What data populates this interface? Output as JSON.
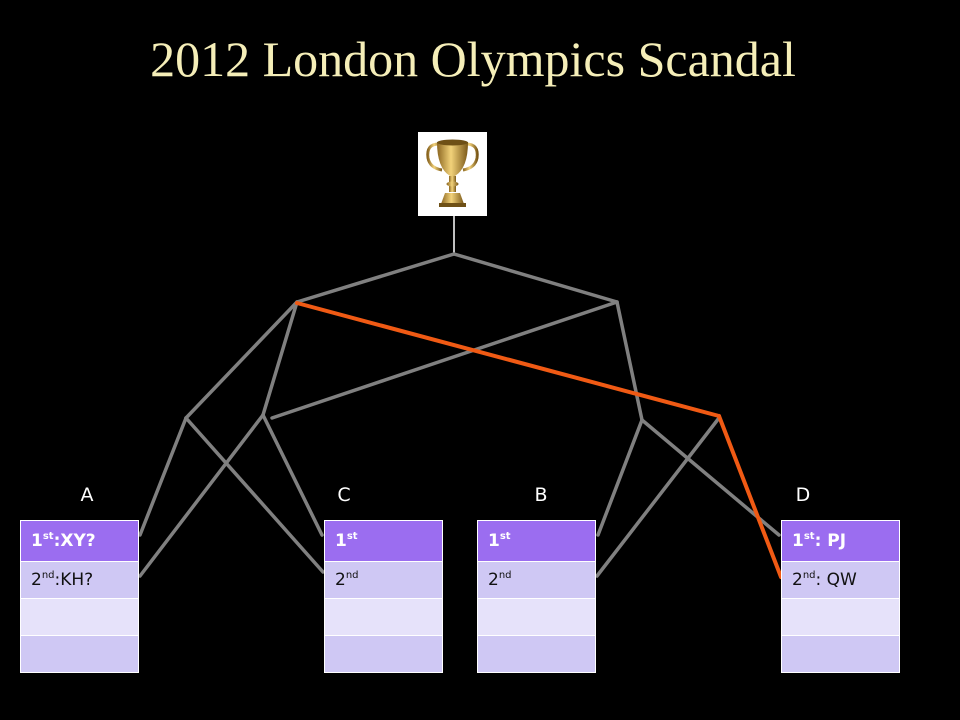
{
  "title": "2012 London Olympics Scandal",
  "colors": {
    "background": "#000000",
    "title": "#f5eeb8",
    "bracket_line": "#808080",
    "highlight_path": "#f05a14",
    "table_header": "#9b6df0",
    "table_row": "#cfc8f4",
    "table_row_alt": "#e6e2fa"
  },
  "trophy": {
    "icon": "trophy-icon"
  },
  "groups": [
    {
      "label": "A",
      "first_sup": "st",
      "first_value": ":XY?",
      "second_sup": "nd",
      "second_value": ":KH?"
    },
    {
      "label": "C",
      "first_sup": "st",
      "first_value": "",
      "second_sup": "nd",
      "second_value": ""
    },
    {
      "label": "B",
      "first_sup": "st",
      "first_value": "",
      "second_sup": "nd",
      "second_value": ""
    },
    {
      "label": "D",
      "first_sup": "st",
      "first_value": ": PJ",
      "second_sup": "nd",
      "second_value": ": QW"
    }
  ],
  "ordinals": {
    "first": "1",
    "second": "2"
  }
}
